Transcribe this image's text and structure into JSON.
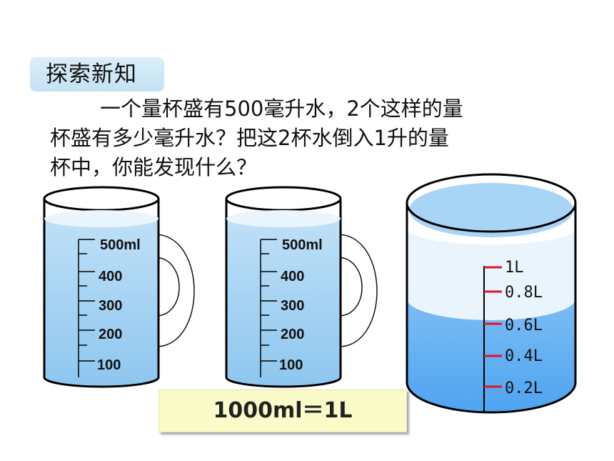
{
  "section_tag": "探索新知",
  "problem": {
    "line1": "一个量杯盛有500毫升水，2个这样的量",
    "line2": "杯盛有多少毫升水？把这2杯水倒入1升的量",
    "line3": "杯中，你能发现什么？"
  },
  "cup_left": {
    "top_mark": "500ml",
    "marks": [
      "400",
      "300",
      "200",
      "100"
    ]
  },
  "cup_middle": {
    "top_mark": "500ml",
    "marks": [
      "400",
      "300",
      "200",
      "100"
    ]
  },
  "big_beaker": {
    "marks": [
      "1L",
      "0.8L",
      "0.6L",
      "0.4L",
      "0.2L"
    ],
    "scale_color": "#e0142a",
    "water_color": "#5aacf2"
  },
  "formula": "1000ml＝1L"
}
